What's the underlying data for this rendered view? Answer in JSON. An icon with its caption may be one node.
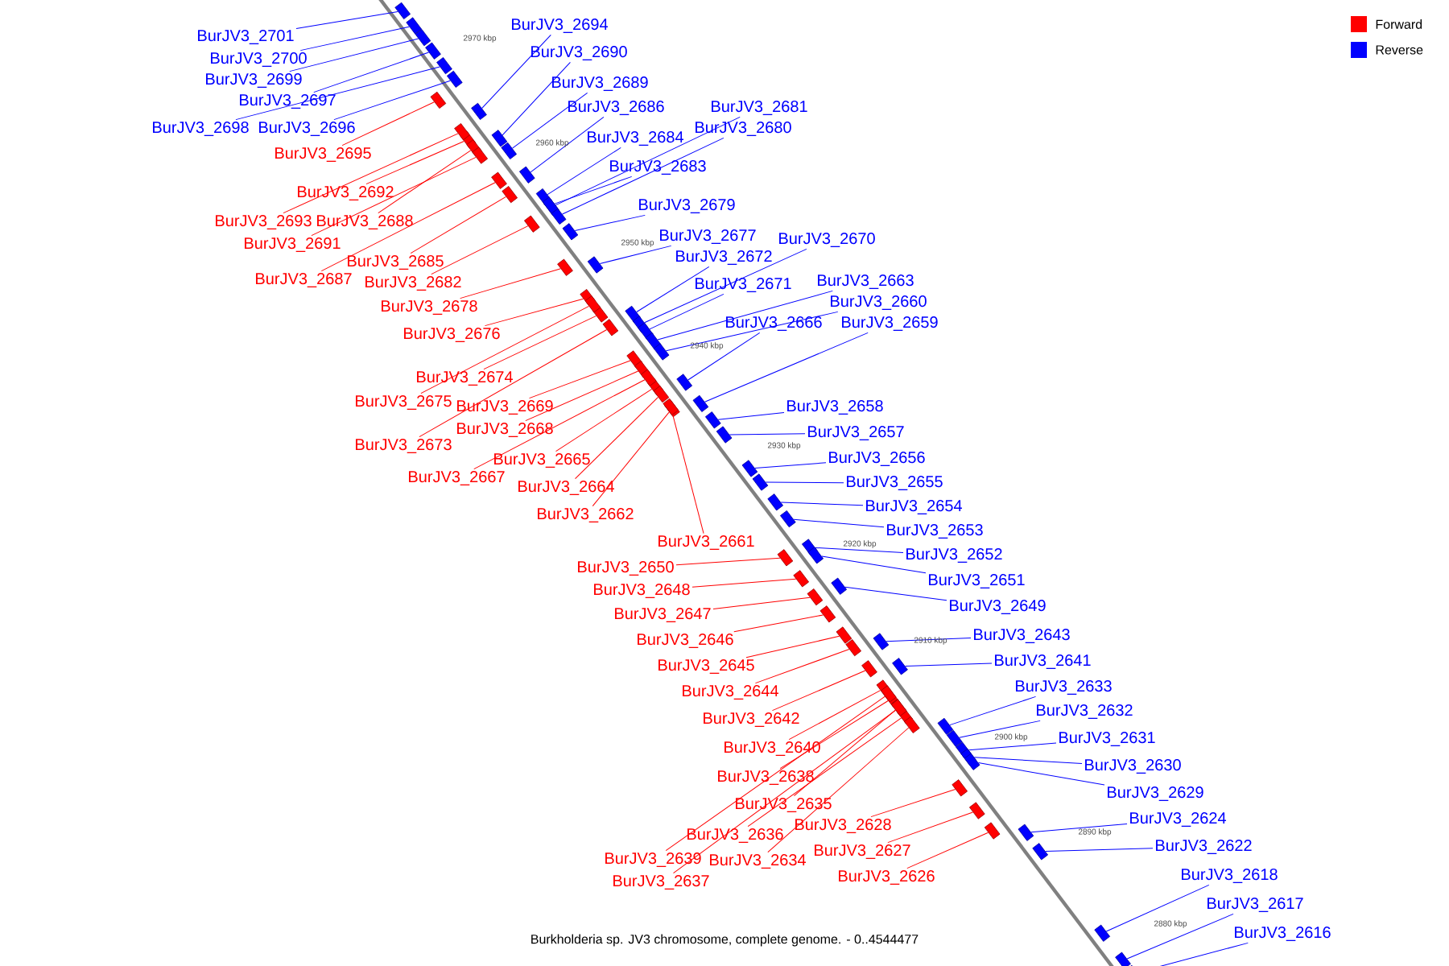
{
  "diagram": {
    "caption": "Burkholderia sp. JV3 chromosome, complete genome. - 0..4544477",
    "nodes": [
      {
        "text": [
          "BurJV3_2701"
        ]
      },
      {
        "text": [],
        "shape": "box"
      },
      {
        "text": [
          "BurJV3_2700"
        ]
      },
      {
        "text": [],
        "shape": "box"
      },
      {
        "text": [
          "BurJV3_2699"
        ]
      },
      {
        "text": [],
        "shape": "box"
      },
      {
        "text": [
          "BurJV3_2697"
        ]
      },
      {
        "text": [],
        "shape": "box"
      },
      {
        "text": [
          "BurJV3_2698"
        ]
      },
      {
        "text": [],
        "shape": "box"
      },
      {
        "text": [
          "BurJV3_2696"
        ]
      },
      {
        "text": [],
        "shape": "box"
      },
      {
        "text": [
          "BurJV3_2695"
        ]
      },
      {
        "text": [],
        "shape": "box"
      },
      {
        "text": [
          "BurJV3_2692"
        ]
      },
      {
        "text": [],
        "shape": "box"
      },
      {
        "text": [
          "BurJV3_2693"
        ]
      },
      {
        "text": [],
        "shape": "box"
      },
      {
        "text": [
          "BurJV3_2688"
        ]
      },
      {
        "text": [],
        "shape": "box"
      },
      {
        "text": [
          "BurJV3_2691"
        ]
      },
      {
        "text": [],
        "shape": "box"
      },
      {
        "text": [
          "BurJV3_2685"
        ]
      },
      {
        "text": [],
        "shape": "box"
      },
      {
        "text": [
          "BurJV3_2687"
        ]
      },
      {
        "text": [],
        "shape": "box"
      },
      {
        "text": [
          "BurJV3_2682"
        ]
      },
      {
        "text": [],
        "shape": "box"
      },
      {
        "text": [
          "BurJV3_2678"
        ]
      },
      {
        "text": [],
        "shape": "box"
      },
      {
        "text": [
          "BurJV3_2676"
        ]
      },
      {
        "text": [],
        "shape": "box"
      },
      {
        "text": [
          "BurJV3_2674"
        ]
      },
      {
        "text": [],
        "shape": "box"
      },
      {
        "text": [
          "BurJV3_2675"
        ]
      },
      {
        "text": [],
        "shape": "box"
      },
      {
        "text": [
          "BurJV3_2669"
        ]
      },
      {
        "text": [],
        "shape": "box"
      },
      {
        "text": [
          "BurJV3_2668"
        ]
      },
      {
        "text": [],
        "shape": "box"
      },
      {
        "text": [
          "BurJV3_2673"
        ]
      },
      {
        "text": [],
        "shape": "box"
      },
      {
        "text": [
          "BurJV3_2665"
        ]
      },
      {
        "text": [],
        "shape": "box"
      },
      {
        "text": [
          "BurJV3_2667"
        ]
      },
      {
        "text": [],
        "shape": "box"
      },
      {
        "text": [
          "BurJV3_2664"
        ]
      },
      {
        "text": [],
        "shape": "box"
      },
      {
        "text": [
          "BurJV3_2662"
        ]
      },
      {
        "text": [],
        "shape": "box"
      },
      {
        "text": [
          "BurJV3_2661"
        ]
      },
      {
        "text": [],
        "shape": "box"
      },
      {
        "text": [
          "BurJV3_2650"
        ]
      },
      {
        "text": [],
        "shape": "box"
      },
      {
        "text": [
          "BurJV3_2648"
        ]
      },
      {
        "text": [],
        "shape": "box"
      },
      {
        "text": [
          "BurJV3_2647"
        ]
      },
      {
        "text": [],
        "shape": "box"
      },
      {
        "text": [
          "BurJV3_2646"
        ]
      },
      {
        "text": [],
        "shape": "box"
      },
      {
        "text": [
          "BurJV3_2645"
        ]
      },
      {
        "text": [],
        "shape": "box"
      },
      {
        "text": [
          "BurJV3_2644"
        ]
      },
      {
        "text": [],
        "shape": "box"
      },
      {
        "text": [
          "BurJV3_2642"
        ]
      },
      {
        "text": [],
        "shape": "box"
      },
      {
        "text": [
          "BurJV3_2640"
        ]
      },
      {
        "text": [],
        "shape": "box"
      },
      {
        "text": [
          "BurJV3_2638"
        ]
      },
      {
        "text": [],
        "shape": "box"
      },
      {
        "text": [
          "BurJV3_2635"
        ]
      },
      {
        "text": [],
        "shape": "box"
      },
      {
        "text": [
          "BurJV3_2636"
        ]
      },
      {
        "text": [],
        "shape": "box"
      },
      {
        "text": [
          "BurJV3_2639"
        ]
      },
      {
        "text": [],
        "shape": "box"
      },
      {
        "text": [
          "BurJV3_2634"
        ]
      },
      {
        "text": [],
        "shape": "box"
      },
      {
        "text": [
          "BurJV3_2637"
        ]
      },
      {
        "text": [],
        "shape": "box"
      },
      {
        "text": [
          "BurJV3_2628"
        ]
      },
      {
        "text": [],
        "shape": "box"
      },
      {
        "text": [
          "BurJV3_2627"
        ]
      },
      {
        "text": [],
        "shape": "box"
      },
      {
        "text": [
          "BurJV3_2626"
        ]
      },
      {
        "text": [],
        "shape": "box"
      },
      {
        "text": [
          "BurJV3_2694"
        ]
      },
      {
        "text": [],
        "shape": "box"
      },
      {
        "text": [
          "BurJV3_2690"
        ]
      },
      {
        "text": [],
        "shape": "box"
      },
      {
        "text": [
          "BurJV3_2689"
        ]
      },
      {
        "text": [],
        "shape": "box"
      },
      {
        "text": [
          "BurJV3_2686"
        ]
      },
      {
        "text": [],
        "shape": "box"
      },
      {
        "text": [
          "BurJV3_2684"
        ]
      },
      {
        "text": [],
        "shape": "box"
      },
      {
        "text": [
          "BurJV3_2681"
        ]
      },
      {
        "text": [],
        "shape": "box"
      },
      {
        "text": [
          "BurJV3_2680"
        ]
      },
      {
        "text": [],
        "shape": "box"
      },
      {
        "text": [
          "BurJV3_2683"
        ]
      },
      {
        "text": [],
        "shape": "box"
      },
      {
        "text": [
          "BurJV3_2679"
        ]
      },
      {
        "text": [],
        "shape": "box"
      },
      {
        "text": [
          "BurJV3_2677"
        ]
      },
      {
        "text": [],
        "shape": "box"
      },
      {
        "text": [
          "BurJV3_2672"
        ]
      },
      {
        "text": [],
        "shape": "box"
      },
      {
        "text": [
          "BurJV3_2670"
        ]
      },
      {
        "text": [],
        "shape": "box"
      },
      {
        "text": [
          "BurJV3_2671"
        ]
      },
      {
        "text": [],
        "shape": "box"
      },
      {
        "text": [
          "BurJV3_2663"
        ]
      },
      {
        "text": [],
        "shape": "box"
      },
      {
        "text": [
          "BurJV3_2660"
        ]
      },
      {
        "text": [],
        "shape": "box"
      },
      {
        "text": [
          "BurJV3_2666"
        ]
      },
      {
        "text": [],
        "shape": "box"
      },
      {
        "text": [
          "BurJV3_2659"
        ]
      },
      {
        "text": [],
        "shape": "box"
      },
      {
        "text": [
          "BurJV3_2658"
        ]
      },
      {
        "text": [],
        "shape": "box"
      },
      {
        "text": [
          "BurJV3_2657"
        ]
      },
      {
        "text": [],
        "shape": "box"
      },
      {
        "text": [
          "BurJV3_2656"
        ]
      },
      {
        "text": [],
        "shape": "box"
      },
      {
        "text": [
          "BurJV3_2655"
        ]
      },
      {
        "text": [],
        "shape": "box"
      },
      {
        "text": [
          "BurJV3_2654"
        ]
      },
      {
        "text": [],
        "shape": "box"
      },
      {
        "text": [
          "BurJV3_2653"
        ]
      },
      {
        "text": [],
        "shape": "box"
      },
      {
        "text": [
          "BurJV3_2652"
        ]
      },
      {
        "text": [],
        "shape": "box"
      },
      {
        "text": [
          "BurJV3_2651"
        ]
      },
      {
        "text": [],
        "shape": "box"
      },
      {
        "text": [
          "BurJV3_2649"
        ]
      },
      {
        "text": [],
        "shape": "box"
      },
      {
        "text": [
          "BurJV3_2643"
        ]
      },
      {
        "text": [],
        "shape": "box"
      },
      {
        "text": [
          "BurJV3_2641"
        ]
      },
      {
        "text": [],
        "shape": "box"
      },
      {
        "text": [
          "BurJV3_2633"
        ]
      },
      {
        "text": [],
        "shape": "box"
      },
      {
        "text": [
          "BurJV3_2632"
        ]
      },
      {
        "text": [],
        "shape": "box"
      },
      {
        "text": [
          "BurJV3_2631"
        ]
      },
      {
        "text": [],
        "shape": "box"
      },
      {
        "text": [
          "BurJV3_2630"
        ]
      },
      {
        "text": [],
        "shape": "box"
      },
      {
        "text": [
          "BurJV3_2629"
        ]
      },
      {
        "text": [],
        "shape": "box"
      },
      {
        "text": [
          "BurJV3_2624"
        ]
      },
      {
        "text": [],
        "shape": "box"
      },
      {
        "text": [
          "BurJV3_2622"
        ]
      },
      {
        "text": [],
        "shape": "box"
      },
      {
        "text": [
          "BurJV3_2618"
        ]
      },
      {
        "text": [],
        "shape": "box"
      },
      {
        "text": [
          "BurJV3_2617"
        ]
      },
      {
        "text": [],
        "shape": "box"
      },
      {
        "text": [
          "BurJV3_2616"
        ]
      },
      {
        "text": [],
        "shape": "box"
      }
    ],
    "edges": [
      {
        "from": 0,
        "to": 1,
        "arrow": "none",
        "color": "#0000ff"
      },
      {
        "from": 2,
        "to": 3,
        "arrow": "none",
        "color": "#0000ff"
      },
      {
        "from": 4,
        "to": 5,
        "arrow": "none",
        "color": "#0000ff"
      },
      {
        "from": 6,
        "to": 7,
        "arrow": "none",
        "color": "#0000ff"
      },
      {
        "from": 8,
        "to": 9,
        "arrow": "none",
        "color": "#0000ff"
      },
      {
        "from": 10,
        "to": 11,
        "arrow": "none",
        "color": "#0000ff"
      },
      {
        "from": 12,
        "to": 13,
        "arrow": "none",
        "color": "#ff0000"
      },
      {
        "from": 14,
        "to": 15,
        "arrow": "none",
        "color": "#ff0000"
      },
      {
        "from": 16,
        "to": 17,
        "arrow": "none",
        "color": "#ff0000"
      },
      {
        "from": 18,
        "to": 19,
        "arrow": "none",
        "color": "#ff0000"
      },
      {
        "from": 20,
        "to": 21,
        "arrow": "none",
        "color": "#ff0000"
      },
      {
        "from": 22,
        "to": 23,
        "arrow": "none",
        "color": "#ff0000"
      },
      {
        "from": 24,
        "to": 25,
        "arrow": "none",
        "color": "#ff0000"
      },
      {
        "from": 26,
        "to": 27,
        "arrow": "none",
        "color": "#ff0000"
      },
      {
        "from": 28,
        "to": 29,
        "arrow": "none",
        "color": "#ff0000"
      },
      {
        "from": 30,
        "to": 31,
        "arrow": "none",
        "color": "#ff0000"
      },
      {
        "from": 32,
        "to": 33,
        "arrow": "none",
        "color": "#ff0000"
      },
      {
        "from": 34,
        "to": 35,
        "arrow": "none",
        "color": "#ff0000"
      },
      {
        "from": 36,
        "to": 37,
        "arrow": "none",
        "color": "#ff0000"
      },
      {
        "from": 38,
        "to": 39,
        "arrow": "none",
        "color": "#ff0000"
      },
      {
        "from": 40,
        "to": 41,
        "arrow": "none",
        "color": "#ff0000"
      },
      {
        "from": 42,
        "to": 43,
        "arrow": "none",
        "color": "#ff0000"
      },
      {
        "from": 44,
        "to": 45,
        "arrow": "none",
        "color": "#ff0000"
      },
      {
        "from": 46,
        "to": 47,
        "arrow": "none",
        "color": "#ff0000"
      },
      {
        "from": 48,
        "to": 49,
        "arrow": "none",
        "color": "#ff0000"
      },
      {
        "from": 50,
        "to": 51,
        "arrow": "none",
        "color": "#ff0000"
      },
      {
        "from": 52,
        "to": 53,
        "arrow": "none",
        "color": "#ff0000"
      },
      {
        "from": 54,
        "to": 55,
        "arrow": "none",
        "color": "#ff0000"
      },
      {
        "from": 56,
        "to": 57,
        "arrow": "none",
        "color": "#ff0000"
      },
      {
        "from": 58,
        "to": 59,
        "arrow": "none",
        "color": "#ff0000"
      },
      {
        "from": 60,
        "to": 61,
        "arrow": "none",
        "color": "#ff0000"
      },
      {
        "from": 62,
        "to": 63,
        "arrow": "none",
        "color": "#ff0000"
      },
      {
        "from": 64,
        "to": 65,
        "arrow": "none",
        "color": "#ff0000"
      },
      {
        "from": 66,
        "to": 67,
        "arrow": "none",
        "color": "#ff0000"
      },
      {
        "from": 68,
        "to": 69,
        "arrow": "none",
        "color": "#ff0000"
      },
      {
        "from": 70,
        "to": 71,
        "arrow": "none",
        "color": "#ff0000"
      },
      {
        "from": 72,
        "to": 73,
        "arrow": "none",
        "color": "#ff0000"
      },
      {
        "from": 74,
        "to": 75,
        "arrow": "none",
        "color": "#ff0000"
      },
      {
        "from": 76,
        "to": 77,
        "arrow": "none",
        "color": "#ff0000"
      },
      {
        "from": 78,
        "to": 79,
        "arrow": "none",
        "color": "#ff0000"
      },
      {
        "from": 80,
        "to": 81,
        "arrow": "none",
        "color": "#ff0000"
      },
      {
        "from": 82,
        "to": 83,
        "arrow": "none",
        "color": "#ff0000"
      },
      {
        "from": 84,
        "to": 85,
        "arrow": "none",
        "color": "#ff0000"
      },
      {
        "from": 86,
        "to": 87,
        "arrow": "none",
        "color": "#0000ff"
      },
      {
        "from": 88,
        "to": 89,
        "arrow": "none",
        "color": "#0000ff"
      },
      {
        "from": 90,
        "to": 91,
        "arrow": "none",
        "color": "#0000ff"
      },
      {
        "from": 92,
        "to": 93,
        "arrow": "none",
        "color": "#0000ff"
      },
      {
        "from": 94,
        "to": 95,
        "arrow": "none",
        "color": "#0000ff"
      },
      {
        "from": 96,
        "to": 97,
        "arrow": "none",
        "color": "#0000ff"
      },
      {
        "from": 98,
        "to": 99,
        "arrow": "none",
        "color": "#0000ff"
      },
      {
        "from": 100,
        "to": 101,
        "arrow": "none",
        "color": "#0000ff"
      },
      {
        "from": 102,
        "to": 103,
        "arrow": "none",
        "color": "#0000ff"
      },
      {
        "from": 104,
        "to": 105,
        "arrow": "none",
        "color": "#0000ff"
      },
      {
        "from": 106,
        "to": 107,
        "arrow": "none",
        "color": "#0000ff"
      },
      {
        "from": 108,
        "to": 109,
        "arrow": "none",
        "color": "#0000ff"
      },
      {
        "from": 110,
        "to": 111,
        "arrow": "none",
        "color": "#0000ff"
      },
      {
        "from": 112,
        "to": 113,
        "arrow": "none",
        "color": "#0000ff"
      },
      {
        "from": 114,
        "to": 115,
        "arrow": "none",
        "color": "#0000ff"
      },
      {
        "from": 116,
        "to": 117,
        "arrow": "none",
        "color": "#0000ff"
      },
      {
        "from": 118,
        "to": 119,
        "arrow": "none",
        "color": "#0000ff"
      },
      {
        "from": 120,
        "to": 121,
        "arrow": "none",
        "color": "#0000ff"
      },
      {
        "from": 122,
        "to": 123,
        "arrow": "none",
        "color": "#0000ff"
      },
      {
        "from": 124,
        "to": 125,
        "arrow": "none",
        "color": "#0000ff"
      },
      {
        "from": 126,
        "to": 127,
        "arrow": "none",
        "color": "#0000ff"
      },
      {
        "from": 128,
        "to": 129,
        "arrow": "none",
        "color": "#0000ff"
      },
      {
        "from": 130,
        "to": 131,
        "arrow": "none",
        "color": "#0000ff"
      },
      {
        "from": 132,
        "to": 133,
        "arrow": "none",
        "color": "#0000ff"
      },
      {
        "from": 134,
        "to": 135,
        "arrow": "none",
        "color": "#0000ff"
      },
      {
        "from": 136,
        "to": 137,
        "arrow": "none",
        "color": "#0000ff"
      },
      {
        "from": 138,
        "to": 139,
        "arrow": "none",
        "color": "#0000ff"
      },
      {
        "from": 140,
        "to": 141,
        "arrow": "none",
        "color": "#0000ff"
      },
      {
        "from": 142,
        "to": 143,
        "arrow": "none",
        "color": "#0000ff"
      },
      {
        "from": 144,
        "to": 145,
        "arrow": "none",
        "color": "#0000ff"
      },
      {
        "from": 146,
        "to": 147,
        "arrow": "none",
        "color": "#0000ff"
      },
      {
        "from": 148,
        "to": 149,
        "arrow": "none",
        "color": "#0000ff"
      },
      {
        "from": 150,
        "to": 151,
        "arrow": "none",
        "color": "#0000ff"
      },
      {
        "from": 152,
        "to": 153,
        "arrow": "none",
        "color": "#0000ff"
      },
      {
        "from": 154,
        "to": 155,
        "arrow": "none",
        "color": "#0000ff"
      },
      {
        "from": 156,
        "to": 157,
        "arrow": "none",
        "color": "#0000ff"
      },
      {
        "from": 158,
        "to": 159,
        "arrow": "none",
        "color": "#0000ff"
      },
      {
        "from": 160,
        "to": 161,
        "arrow": "none",
        "color": "#0000ff"
      }
    ],
    "labels": [
      "2970 kbp",
      "2960 kbp",
      "2950 kbp",
      "2940 kbp",
      "2930 kbp",
      "2920 kbp",
      "2910 kbp",
      "2900 kbp",
      "2890 kbp",
      "2880 kbp"
    ],
    "legend": [
      {
        "text": "Forward",
        "color": "#ff0000"
      },
      {
        "text": "Reverse",
        "color": "#0000ff"
      }
    ]
  }
}
